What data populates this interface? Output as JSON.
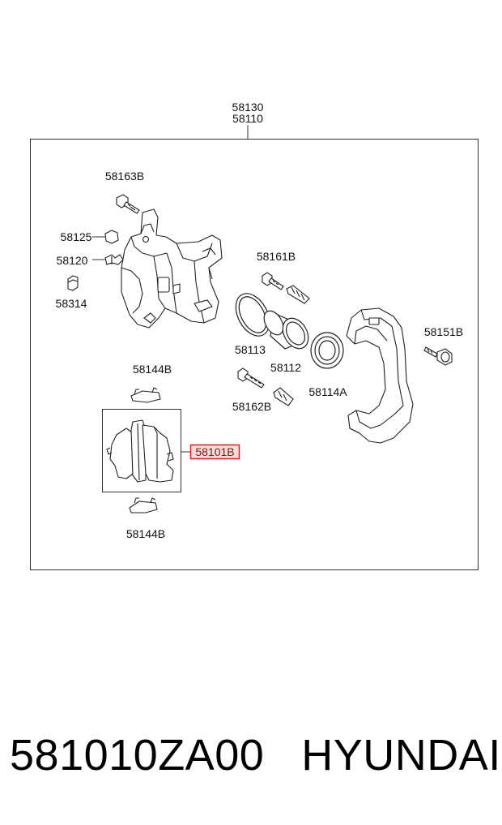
{
  "assembly_labels": {
    "primary": "58130",
    "secondary": "58110"
  },
  "parts": {
    "p58163B": "58163B",
    "p58125": "58125",
    "p58120": "58120",
    "p58314": "58314",
    "p58161B": "58161B",
    "p58113": "58113",
    "p58112": "58112",
    "p58114A": "58114A",
    "p58151B": "58151B",
    "p58162B": "58162B",
    "p58144B_top": "58144B",
    "p58144B_bottom": "58144B",
    "p58101B": "58101B"
  },
  "highlight": {
    "part": "58101B",
    "border_color": "#e02020",
    "fill_color": "#f6dada"
  },
  "footer": {
    "part_number": "581010ZA00",
    "brand": "HYUNDAI"
  }
}
